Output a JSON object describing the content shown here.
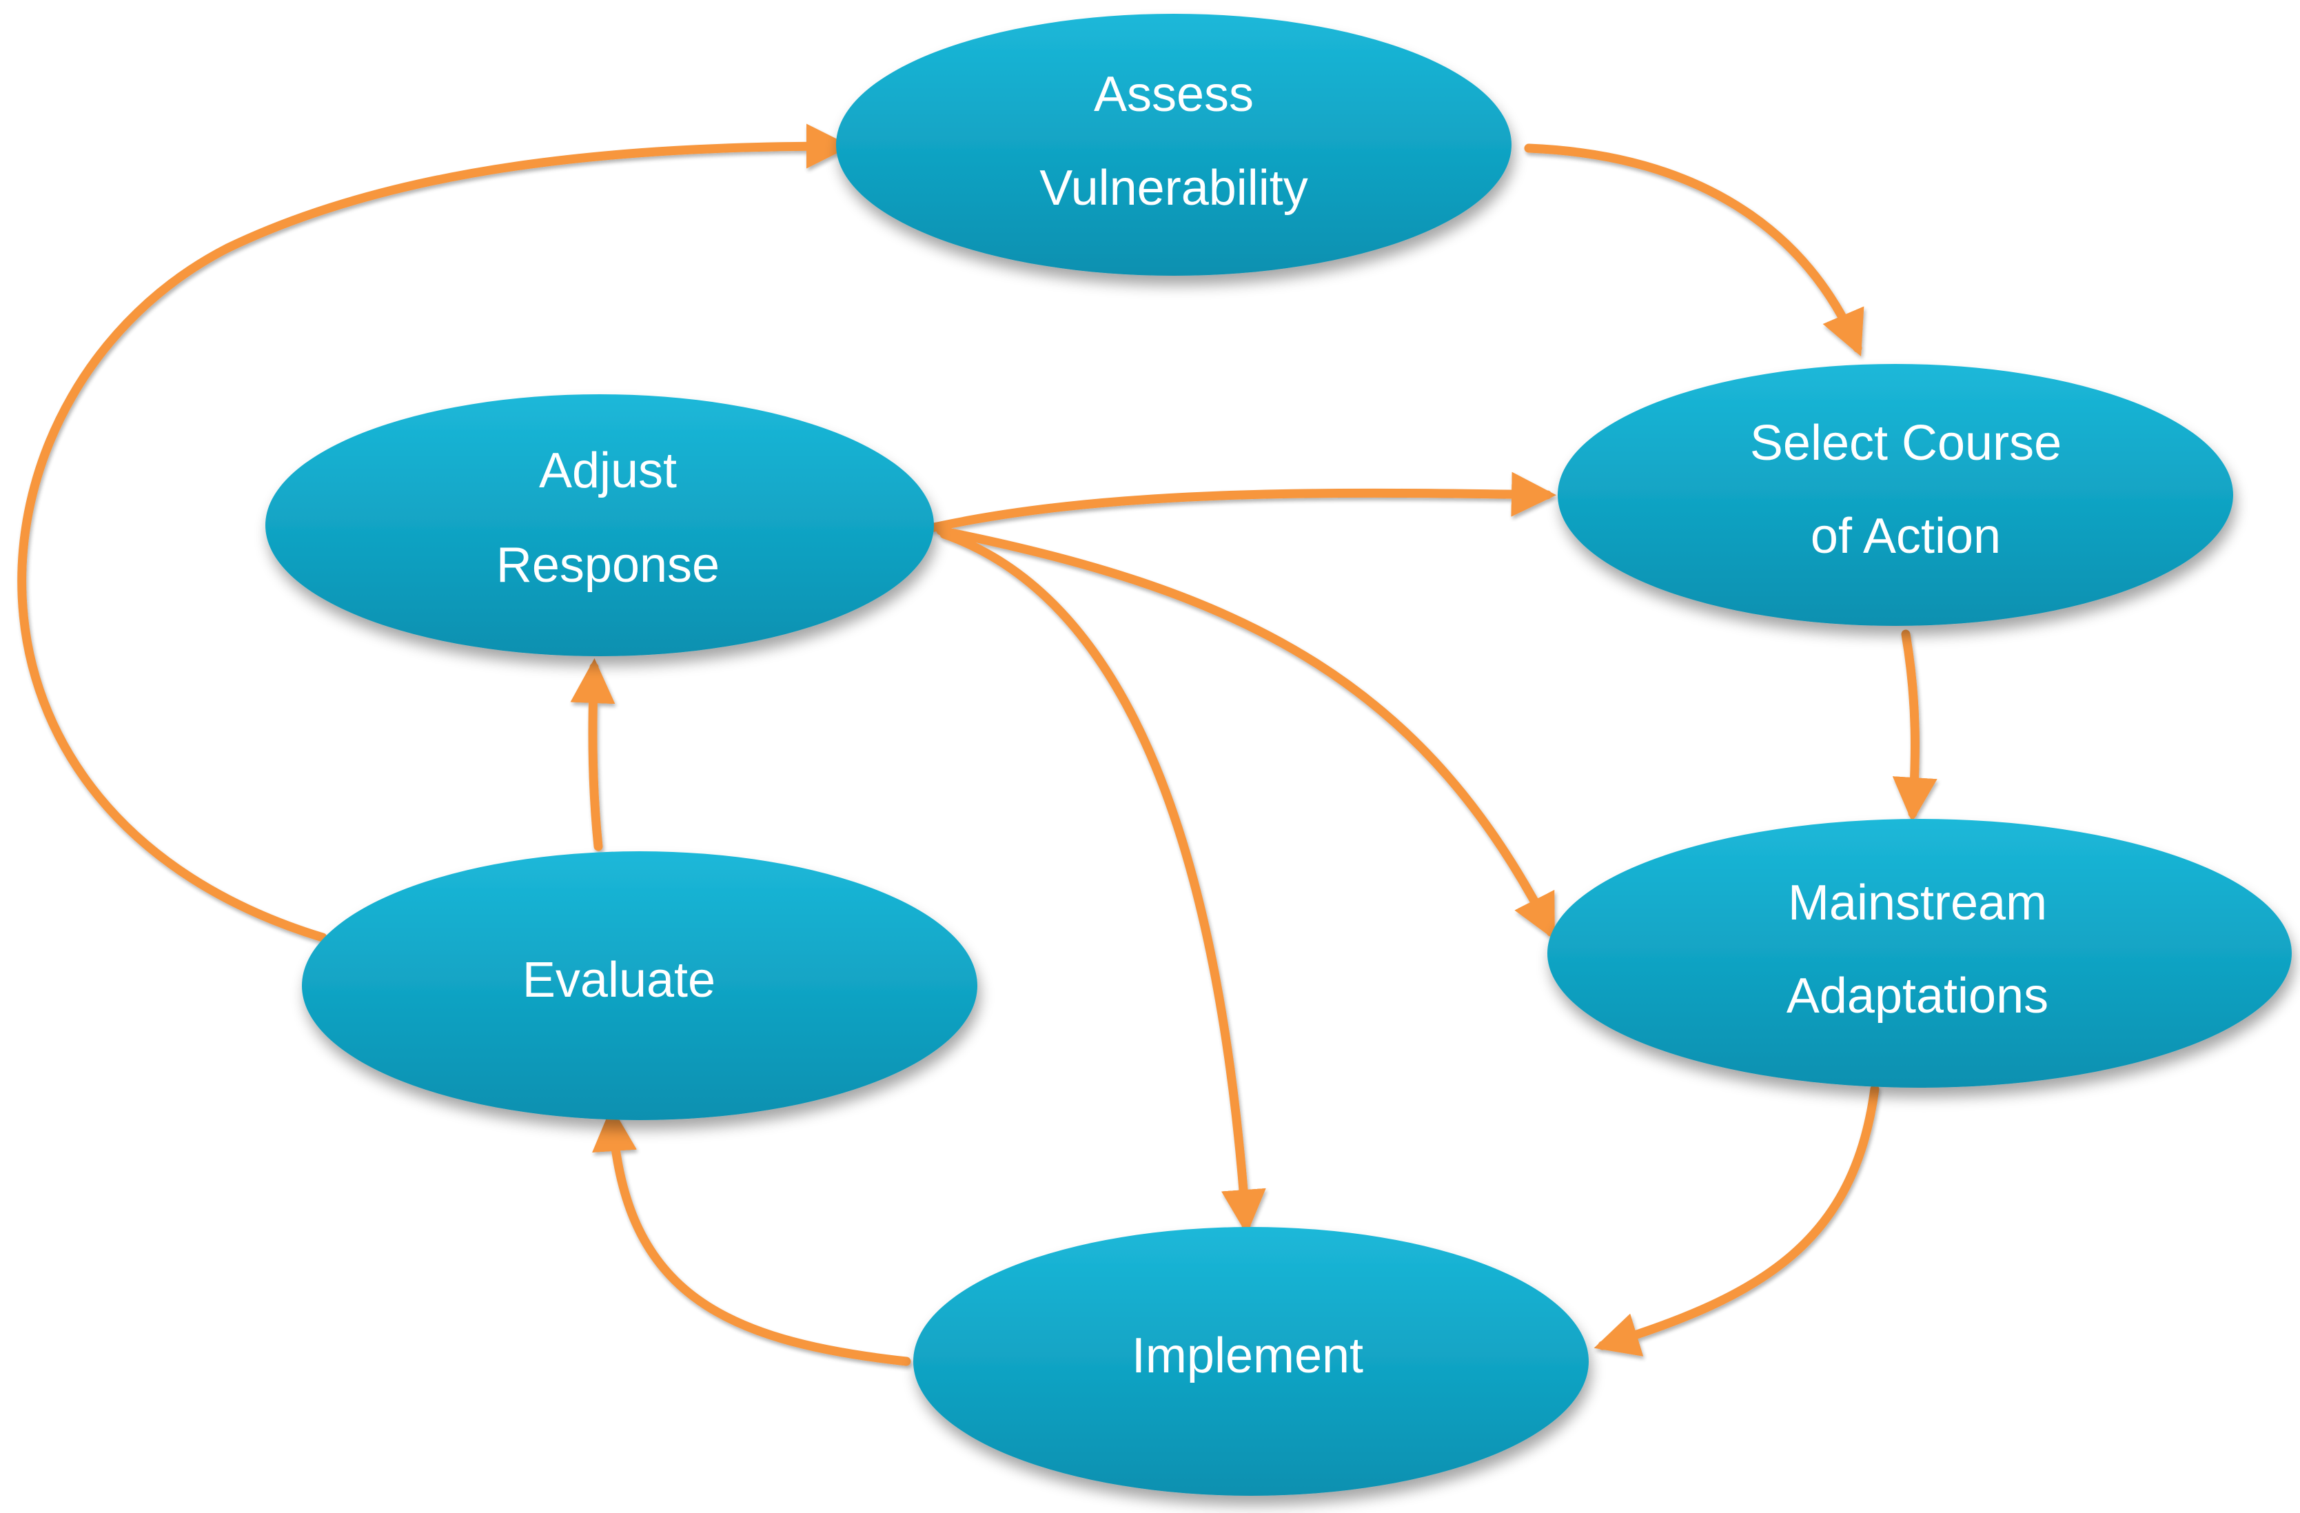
{
  "colors": {
    "node_fill_top": "#1cb8d9",
    "node_fill_bottom": "#0790b0",
    "arrow": "#f7963d",
    "label": "#ffffff"
  },
  "nodes": {
    "assess": {
      "line1": "Assess",
      "line2": "Vulnerability"
    },
    "select": {
      "line1": "Select Course",
      "line2": "of Action"
    },
    "adjust": {
      "line1": "Adjust",
      "line2": "Response"
    },
    "mainstream": {
      "line1": "Mainstream",
      "line2": "Adaptations"
    },
    "evaluate": {
      "line1": "Evaluate"
    },
    "implement": {
      "line1": "Implement"
    }
  },
  "edges": [
    {
      "from": "Assess Vulnerability",
      "to": "Select Course of Action"
    },
    {
      "from": "Select Course of Action",
      "to": "Mainstream Adaptations"
    },
    {
      "from": "Mainstream Adaptations",
      "to": "Implement"
    },
    {
      "from": "Implement",
      "to": "Evaluate"
    },
    {
      "from": "Evaluate",
      "to": "Adjust Response"
    },
    {
      "from": "Evaluate",
      "to": "Assess Vulnerability"
    },
    {
      "from": "Adjust Response",
      "to": "Select Course of Action"
    },
    {
      "from": "Adjust Response",
      "to": "Mainstream Adaptations"
    },
    {
      "from": "Adjust Response",
      "to": "Implement"
    }
  ]
}
